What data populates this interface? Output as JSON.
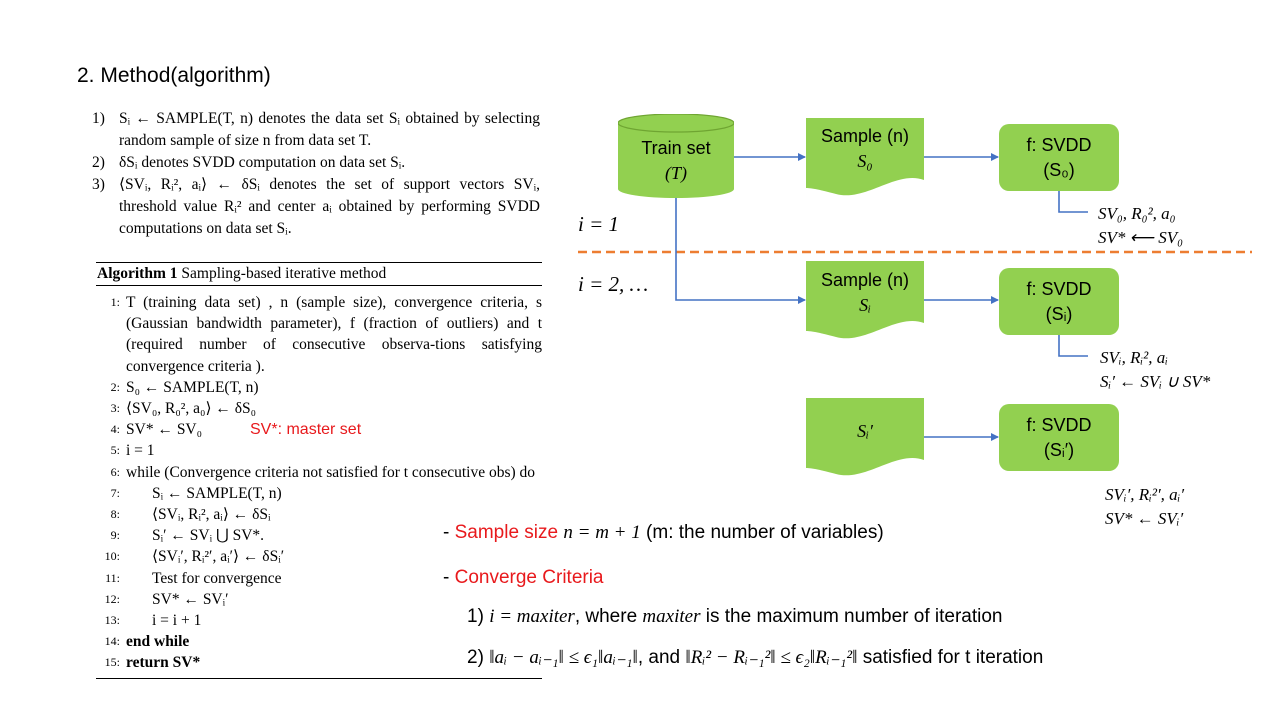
{
  "title": "2. Method(algorithm)",
  "definitions": [
    {
      "num": "1)",
      "text": "Sᵢ ← SAMPLE(T, n) denotes the data set Sᵢ obtained by selecting random sample of size n from data set T."
    },
    {
      "num": "2)",
      "text": "δSᵢ denotes SVDD computation on data set Sᵢ."
    },
    {
      "num": "3)",
      "text": "⟨SVᵢ, Rᵢ², aᵢ⟩ ← δSᵢ denotes the set of support vectors SVᵢ, threshold value Rᵢ² and center aᵢ obtained by performing SVDD computations on data set Sᵢ."
    }
  ],
  "algorithm": {
    "label": "Algorithm 1",
    "name": "Sampling-based iterative method",
    "lines": [
      {
        "n": "1:",
        "text": "T (training data set) , n (sample size), convergence criteria, s (Gaussian bandwidth parameter), f (fraction of outliers) and t (required number of consecutive observa-tions satisfying convergence criteria )."
      },
      {
        "n": "2:",
        "text": "S₀ ← SAMPLE(T, n)"
      },
      {
        "n": "3:",
        "text": "⟨SV₀, R₀², a₀⟩ ← δS₀"
      },
      {
        "n": "4:",
        "text": "SV* ← SV₀"
      },
      {
        "n": "5:",
        "text": "i = 1"
      },
      {
        "n": "6:",
        "text": "while (Convergence criteria not satisfied for t consecutive obs) do"
      },
      {
        "n": "7:",
        "text": "Sᵢ ← SAMPLE(T, n)"
      },
      {
        "n": "8:",
        "text": "⟨SVᵢ, Rᵢ², aᵢ⟩ ← δSᵢ"
      },
      {
        "n": "9:",
        "text": "Sᵢ′ ← SVᵢ ⋃ SV*."
      },
      {
        "n": "10:",
        "text": "⟨SVᵢ′, Rᵢ²′, aᵢ′⟩ ← δSᵢ′"
      },
      {
        "n": "11:",
        "text": "Test for convergence"
      },
      {
        "n": "12:",
        "text": "SV* ← SVᵢ′"
      },
      {
        "n": "13:",
        "text": "i = i + 1"
      },
      {
        "n": "14:",
        "text": "end while"
      },
      {
        "n": "15:",
        "text": "return SV*"
      }
    ],
    "master_note": "SV*: master set"
  },
  "diagram": {
    "train_set": {
      "line1": "Train set",
      "line2": "(T)"
    },
    "sample0": {
      "line1": "Sample (n)",
      "line2": "S₀"
    },
    "svdd0": {
      "line1": "f: SVDD",
      "line2": "(S₀)"
    },
    "out0": {
      "line1": "SV₀, R₀², a₀",
      "line2": "SV* ⟵ SV₀"
    },
    "label_i1": "i = 1",
    "label_i2": "i = 2, …",
    "samplei": {
      "line1": "Sample (n)",
      "line2": "Sᵢ"
    },
    "svddi": {
      "line1": "f: SVDD",
      "line2": "(Sᵢ)"
    },
    "outi": {
      "line1": "SVᵢ, Rᵢ², aᵢ",
      "line2": "Sᵢ′ ← SVᵢ ∪ SV*"
    },
    "sprime": "Sᵢ′",
    "svddp": {
      "line1": "f: SVDD",
      "line2": "(Sᵢ′)"
    },
    "outp": {
      "line1": "SVᵢ′, Rᵢ²′, aᵢ′",
      "line2": "SV* ← SVᵢ′"
    },
    "colors": {
      "box": "#92d050",
      "arrow": "#4472c4",
      "dashed": "#ed7d31"
    }
  },
  "notes": {
    "sample_dash": "- ",
    "sample_label": "Sample size",
    "sample_eq": "n = m + 1",
    "sample_rest": "(m: the number of variables)",
    "conv_dash": "- ",
    "conv_label": "Converge Criteria",
    "c1_num": "1)",
    "c1_eq": "i = maxiter",
    "c1_mid": ", where",
    "c1_var": "maxiter",
    "c1_rest": "is the maximum number of iteration",
    "c2_num": "2)",
    "c2_eq1": "‖aᵢ − aᵢ₋₁‖ ≤ ϵ₁‖aᵢ₋₁‖",
    "c2_and": ", and",
    "c2_eq2": "‖Rᵢ² − Rᵢ₋₁²‖ ≤ ϵ₂‖Rᵢ₋₁²‖",
    "c2_rest": "satisfied for t iteration"
  }
}
